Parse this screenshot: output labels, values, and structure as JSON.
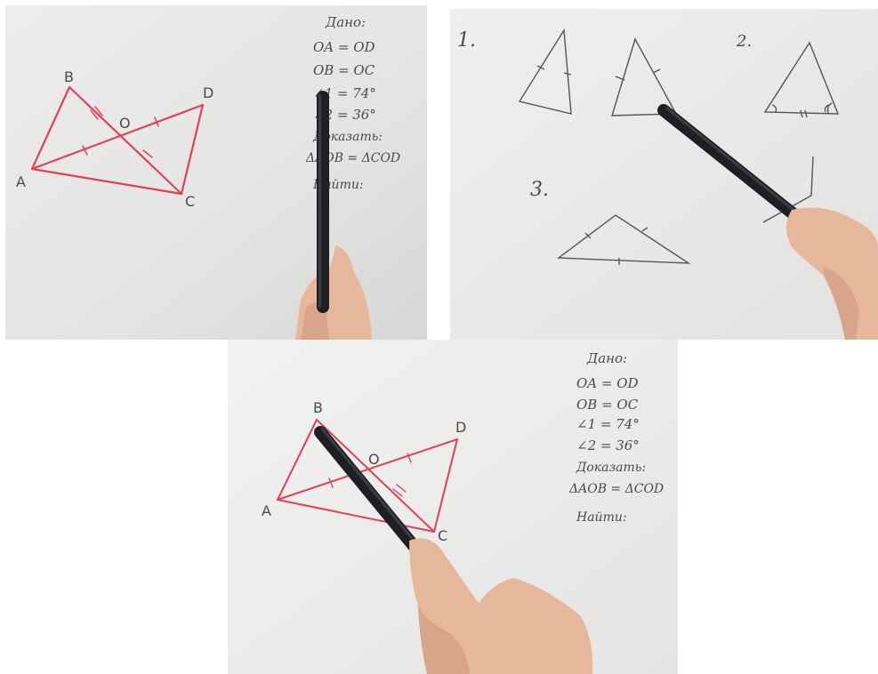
{
  "panel1": {
    "points": {
      "b": "B",
      "d": "D",
      "o": "O",
      "a": "A",
      "c": "C"
    },
    "given_title": "Дано:",
    "given": [
      "OA = OD",
      "OB = OC",
      "∠1 = 74°",
      "∠2 = 36°"
    ],
    "prove_title": "Доказать:",
    "prove": "ΔAOB = ΔCOD",
    "find_title": "Найти:"
  },
  "panel2": {
    "number_1": "1.",
    "number_2": "2.",
    "number_3": "3."
  },
  "panel3": {
    "points": {
      "b": "B",
      "d": "D",
      "o": "O",
      "a": "A",
      "c": "C"
    },
    "given_title": "Дано:",
    "given": [
      "OA = OD",
      "OB = OC",
      "∠1 = 74°",
      "∠2 = 36°"
    ],
    "prove_title": "Доказать:",
    "prove": "ΔAOB = ΔCOD",
    "find_title": "Найти:"
  },
  "colors": {
    "paper": "#e6e6e4",
    "red_ink": "#e0405a",
    "pencil_ink": "#555555",
    "pen": "#1d1f24",
    "skin": "#e7b79b"
  }
}
